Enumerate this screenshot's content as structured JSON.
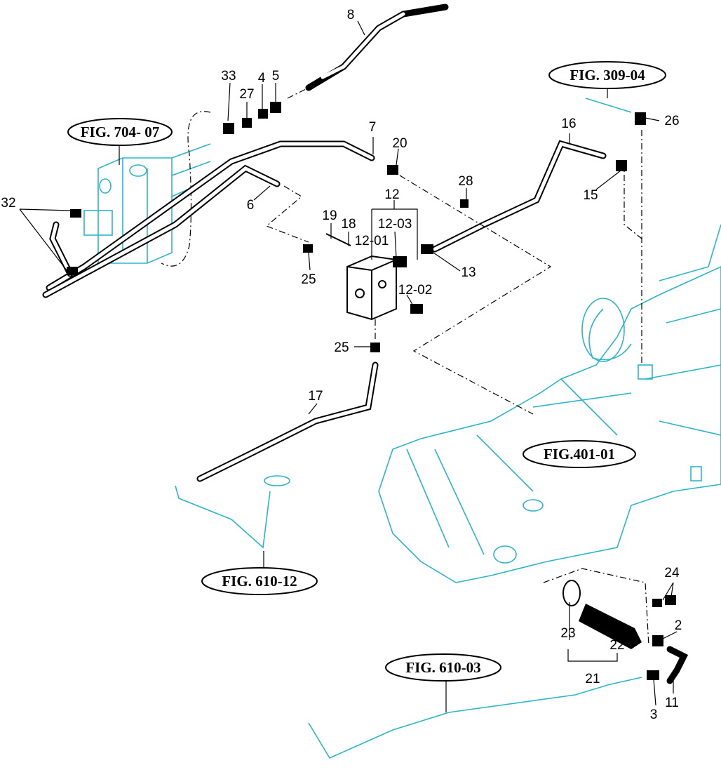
{
  "figure_refs": {
    "fig_309_04": "FIG. 309-04",
    "fig_704_07": "FIG. 704- 07",
    "fig_401_01": "FIG.401-01",
    "fig_610_12": "FIG. 610-12",
    "fig_610_03": "FIG. 610-03"
  },
  "callouts": {
    "c8": "8",
    "c33": "33",
    "c27": "27",
    "c4": "4",
    "c5": "5",
    "c26": "26",
    "c16": "16",
    "c7": "7",
    "c20": "20",
    "c28": "28",
    "c15": "15",
    "c32": "32",
    "c6": "6",
    "c12": "12",
    "c19": "19",
    "c18": "18",
    "c12_03": "12-03",
    "c12_01": "12-01",
    "c13": "13",
    "c25a": "25",
    "c12_02": "12-02",
    "c25b": "25",
    "c17": "17",
    "c24": "24",
    "c23": "23",
    "c22": "22",
    "c2": "2",
    "c21": "21",
    "c3": "3",
    "c11": "11"
  },
  "colors": {
    "assembly_outline": "#2bb5c8",
    "parts": "#000000"
  }
}
